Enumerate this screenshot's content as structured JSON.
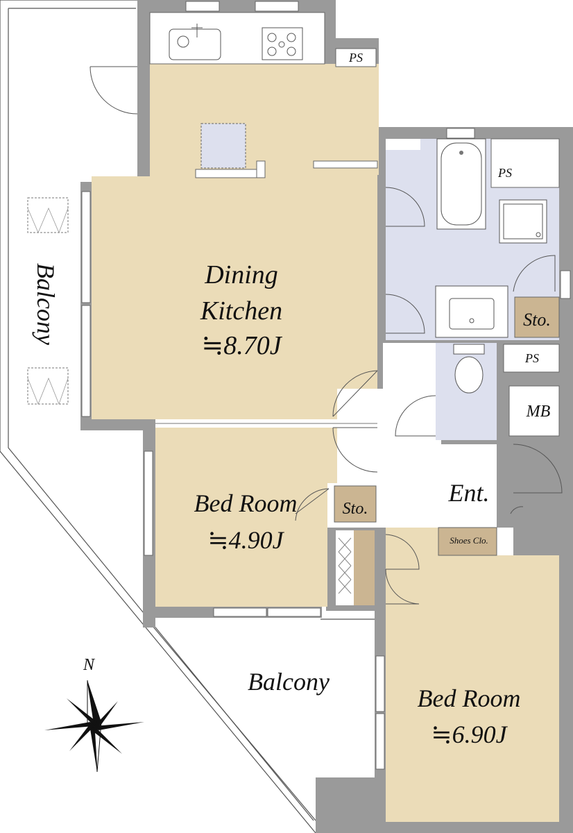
{
  "rooms": {
    "dining": {
      "line1": "Dining",
      "line2": "Kitchen",
      "size": "≒8.70J"
    },
    "bed1": {
      "name": "Bed Room",
      "size": "≒4.90J"
    },
    "bed2": {
      "name": "Bed Room",
      "size": "≒6.90J"
    },
    "sto_upper": "Sto.",
    "sto_bed": "Sto.",
    "ps_kitchen": "PS",
    "ps_bath": "PS",
    "ps_toilet": "PS",
    "mb": "MB",
    "entrance": "Ent.",
    "shoes": "Shoes Clo."
  },
  "balcony_left": "Balcony",
  "balcony_bottom": "Balcony",
  "compass": {
    "north": "N"
  },
  "colors": {
    "floor": "#ebdcb8",
    "wet_area": "#dde0ee",
    "storage": "#cbb592",
    "wall": "#9a9a9a"
  }
}
